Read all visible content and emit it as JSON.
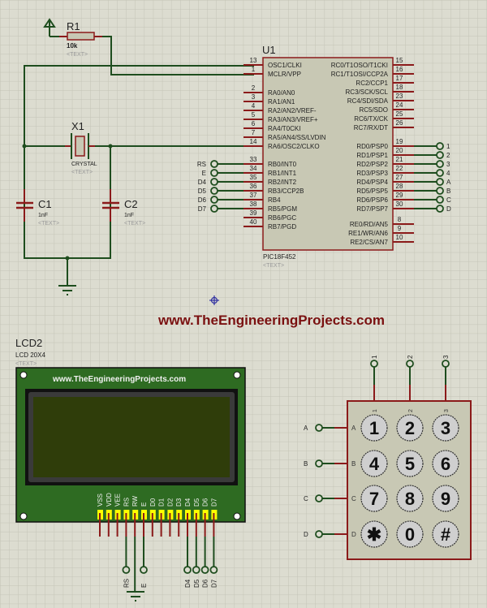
{
  "colors": {
    "background": "#dcdcd0",
    "grid": "#c4c4b6",
    "wire": "#1e4d1e",
    "pin": "#8b1a1a",
    "body": "#c8c8b4",
    "body_border": "#8b1a1a",
    "watermark": "#7a1010",
    "lcd_board": "#2e6b22",
    "lcd_screen": "#2f3d0a",
    "lcd_pin_pad": "#ffff00",
    "key_fill": "#cfcfcf"
  },
  "watermark": "www.TheEngineeringProjects.com",
  "power": {
    "name": "vcc-terminal"
  },
  "resistor": {
    "ref": "R1",
    "value": "10k",
    "text": "<TEXT>"
  },
  "crystal": {
    "ref": "X1",
    "value": "CRYSTAL",
    "text": "<TEXT>"
  },
  "capacitors": [
    {
      "ref": "C1",
      "value": "1nF",
      "text": "<TEXT>"
    },
    {
      "ref": "C2",
      "value": "1nF",
      "text": "<TEXT>"
    }
  ],
  "mcu": {
    "ref": "U1",
    "part": "PIC18F452",
    "text": "<TEXT>",
    "left_pins": [
      {
        "num": "13",
        "name": "OSC1/CLKI"
      },
      {
        "num": "1",
        "name": "MCLR/VPP"
      },
      {
        "num": "2",
        "name": "RA0/AN0"
      },
      {
        "num": "3",
        "name": "RA1/AN1"
      },
      {
        "num": "4",
        "name": "RA2/AN2/VREF-"
      },
      {
        "num": "5",
        "name": "RA3/AN3/VREF+"
      },
      {
        "num": "6",
        "name": "RA4/T0CKI"
      },
      {
        "num": "7",
        "name": "RA5/AN4/SS/LVDIN"
      },
      {
        "num": "14",
        "name": "RA6/OSC2/CLKO"
      },
      {
        "num": "33",
        "name": "RB0/INT0"
      },
      {
        "num": "34",
        "name": "RB1/INT1"
      },
      {
        "num": "35",
        "name": "RB2/INT2"
      },
      {
        "num": "36",
        "name": "RB3/CCP2B"
      },
      {
        "num": "37",
        "name": "RB4"
      },
      {
        "num": "38",
        "name": "RB5/PGM"
      },
      {
        "num": "39",
        "name": "RB6/PGC"
      },
      {
        "num": "40",
        "name": "RB7/PGD"
      }
    ],
    "right_pins": [
      {
        "num": "15",
        "name": "RC0/T1OSO/T1CKI"
      },
      {
        "num": "16",
        "name": "RC1/T1OSI/CCP2A"
      },
      {
        "num": "17",
        "name": "RC2/CCP1"
      },
      {
        "num": "18",
        "name": "RC3/SCK/SCL"
      },
      {
        "num": "23",
        "name": "RC4/SDI/SDA"
      },
      {
        "num": "24",
        "name": "RC5/SDO"
      },
      {
        "num": "25",
        "name": "RC6/TX/CK"
      },
      {
        "num": "26",
        "name": "RC7/RX/DT"
      },
      {
        "num": "19",
        "name": "RD0/PSP0"
      },
      {
        "num": "20",
        "name": "RD1/PSP1"
      },
      {
        "num": "21",
        "name": "RD2/PSP2"
      },
      {
        "num": "22",
        "name": "RD3/PSP3"
      },
      {
        "num": "27",
        "name": "RD4/PSP4"
      },
      {
        "num": "28",
        "name": "RD5/PSP5"
      },
      {
        "num": "29",
        "name": "RD6/PSP6"
      },
      {
        "num": "30",
        "name": "RD7/PSP7"
      },
      {
        "num": "8",
        "name": "RE0/RD/AN5"
      },
      {
        "num": "9",
        "name": "RE1/WR/AN6"
      },
      {
        "num": "10",
        "name": "RE2/CS/AN7"
      }
    ],
    "portb_terminals": [
      "RS",
      "E",
      "D4",
      "D5",
      "D6",
      "D7"
    ],
    "portd_terminals": [
      "1",
      "2",
      "3",
      "4",
      "A",
      "B",
      "C",
      "D"
    ]
  },
  "lcd": {
    "ref": "LCD2",
    "part": "LCD 20X4",
    "text": "<TEXT>",
    "board_label": "www.TheEngineeringProjects.com",
    "pins": [
      "VSS",
      "VDD",
      "VEE",
      "RS",
      "RW",
      "E",
      "D0",
      "D1",
      "D2",
      "D3",
      "D4",
      "D5",
      "D6",
      "D7"
    ],
    "terminals": [
      "RS",
      "E",
      "D4",
      "D5",
      "D6",
      "D7"
    ]
  },
  "keypad": {
    "column_terminals": [
      "1",
      "2",
      "3"
    ],
    "column_pin_labels": [
      "1",
      "2",
      "3"
    ],
    "row_terminals": [
      "A",
      "B",
      "C",
      "D"
    ],
    "row_pin_labels": [
      "A",
      "B",
      "C",
      "D"
    ],
    "keys": [
      [
        "1",
        "2",
        "3"
      ],
      [
        "4",
        "5",
        "6"
      ],
      [
        "7",
        "8",
        "9"
      ],
      [
        "✱",
        "0",
        "#"
      ]
    ]
  }
}
